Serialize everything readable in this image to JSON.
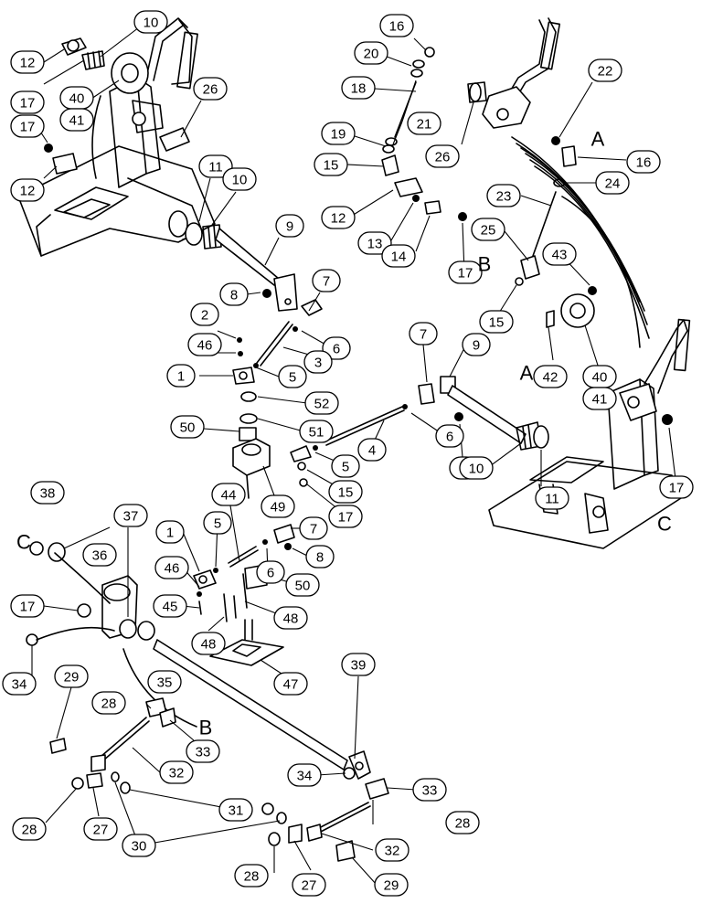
{
  "diagram": {
    "callouts": [
      {
        "label": "10"
      },
      {
        "label": "12"
      },
      {
        "label": "17"
      },
      {
        "label": "40"
      },
      {
        "label": "41"
      },
      {
        "label": "17"
      },
      {
        "label": "12"
      },
      {
        "label": "26"
      },
      {
        "label": "11"
      },
      {
        "label": "10"
      },
      {
        "label": "9"
      },
      {
        "label": "8"
      },
      {
        "label": "7"
      },
      {
        "label": "2"
      },
      {
        "label": "6"
      },
      {
        "label": "46"
      },
      {
        "label": "3"
      },
      {
        "label": "1"
      },
      {
        "label": "5"
      },
      {
        "label": "52"
      },
      {
        "label": "50"
      },
      {
        "label": "51"
      },
      {
        "label": "49"
      },
      {
        "label": "16"
      },
      {
        "label": "20"
      },
      {
        "label": "18"
      },
      {
        "label": "21"
      },
      {
        "label": "19"
      },
      {
        "label": "26"
      },
      {
        "label": "22"
      },
      {
        "label": "16"
      },
      {
        "label": "15"
      },
      {
        "label": "24"
      },
      {
        "label": "23"
      },
      {
        "label": "12"
      },
      {
        "label": "13"
      },
      {
        "label": "14"
      },
      {
        "label": "17"
      },
      {
        "label": "25"
      },
      {
        "label": "43"
      },
      {
        "label": "15"
      },
      {
        "label": "42"
      },
      {
        "label": "40"
      },
      {
        "label": "41"
      },
      {
        "label": "7"
      },
      {
        "label": "9"
      },
      {
        "label": "6"
      },
      {
        "label": "4"
      },
      {
        "label": "5"
      },
      {
        "label": "8"
      },
      {
        "label": "10"
      },
      {
        "label": "15"
      },
      {
        "label": "11"
      },
      {
        "label": "17"
      },
      {
        "label": "17"
      },
      {
        "label": "38"
      },
      {
        "label": "37"
      },
      {
        "label": "36"
      },
      {
        "label": "17"
      },
      {
        "label": "1"
      },
      {
        "label": "5"
      },
      {
        "label": "44"
      },
      {
        "label": "7"
      },
      {
        "label": "8"
      },
      {
        "label": "6"
      },
      {
        "label": "46"
      },
      {
        "label": "50"
      },
      {
        "label": "45"
      },
      {
        "label": "48"
      },
      {
        "label": "48"
      },
      {
        "label": "35"
      },
      {
        "label": "47"
      },
      {
        "label": "39"
      },
      {
        "label": "34"
      },
      {
        "label": "29"
      },
      {
        "label": "28"
      },
      {
        "label": "33"
      },
      {
        "label": "32"
      },
      {
        "label": "34"
      },
      {
        "label": "33"
      },
      {
        "label": "28"
      },
      {
        "label": "27"
      },
      {
        "label": "31"
      },
      {
        "label": "28"
      },
      {
        "label": "30"
      },
      {
        "label": "32"
      },
      {
        "label": "28"
      },
      {
        "label": "27"
      },
      {
        "label": "29"
      }
    ],
    "letters": [
      "A",
      "A",
      "B",
      "B",
      "C",
      "C"
    ]
  }
}
